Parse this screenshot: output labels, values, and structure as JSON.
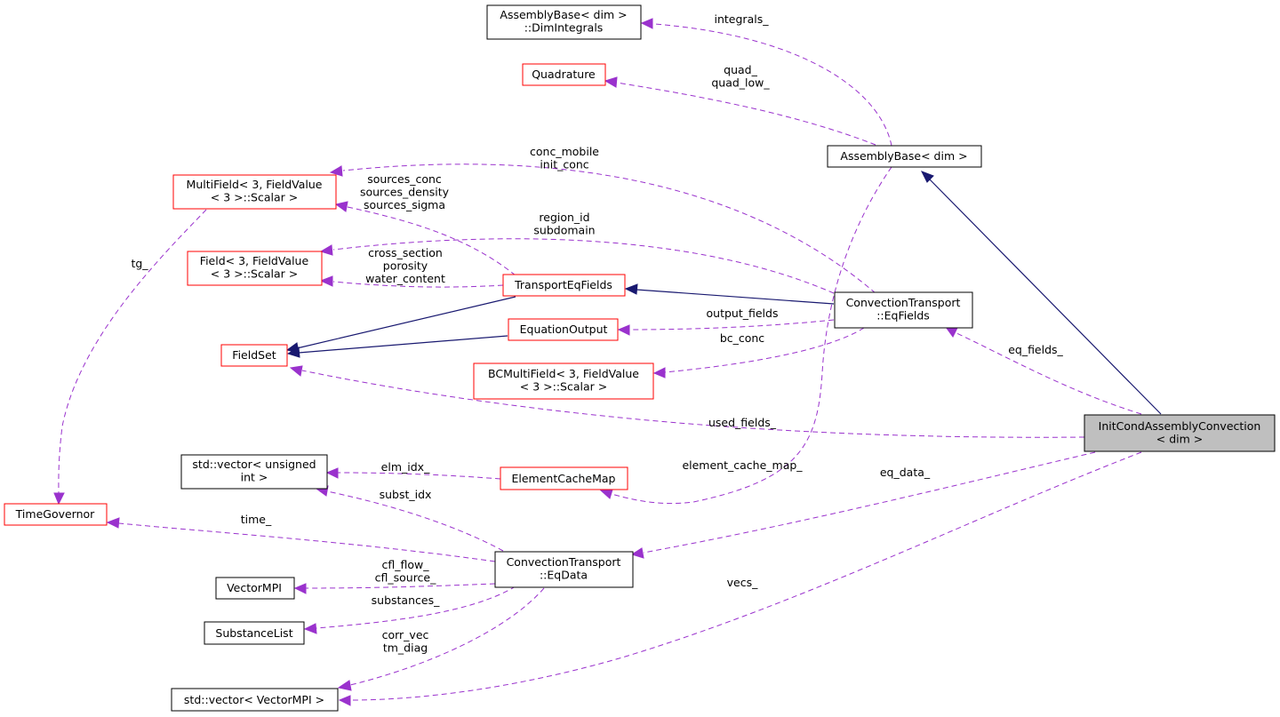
{
  "diagram": {
    "type": "doxygen collaboration graph",
    "colors": {
      "usage_edge": "#9a32cd",
      "inheritance_edge": "#191970",
      "documented_node_border": "#000000",
      "undocumented_node_border": "#ff0000",
      "focus_node_fill": "#bfbfbf"
    },
    "nodes": {
      "dim_integrals": {
        "lines": [
          "AssemblyBase< dim >",
          "::DimIntegrals"
        ]
      },
      "quadrature": {
        "lines": [
          "Quadrature"
        ]
      },
      "assembly_base": {
        "lines": [
          "AssemblyBase< dim >"
        ]
      },
      "multifield": {
        "lines": [
          "MultiField< 3, FieldValue",
          "< 3 >::Scalar >"
        ]
      },
      "field": {
        "lines": [
          "Field< 3, FieldValue",
          "< 3 >::Scalar >"
        ]
      },
      "transport_eq_fields": {
        "lines": [
          "TransportEqFields"
        ]
      },
      "ct_eq_fields": {
        "lines": [
          "ConvectionTransport",
          "::EqFields"
        ]
      },
      "equation_output": {
        "lines": [
          "EquationOutput"
        ]
      },
      "fieldset": {
        "lines": [
          "FieldSet"
        ]
      },
      "bc_multifield": {
        "lines": [
          "BCMultiField< 3, FieldValue",
          "< 3 >::Scalar >"
        ]
      },
      "init_cond": {
        "lines": [
          "InitCondAssemblyConvection",
          "< dim >"
        ]
      },
      "vector_uint": {
        "lines": [
          "std::vector< unsigned",
          "int >"
        ]
      },
      "element_cache_map": {
        "lines": [
          "ElementCacheMap"
        ]
      },
      "time_governor": {
        "lines": [
          "TimeGovernor"
        ]
      },
      "ct_eq_data": {
        "lines": [
          "ConvectionTransport",
          "::EqData"
        ]
      },
      "vector_mpi": {
        "lines": [
          "VectorMPI"
        ]
      },
      "substance_list": {
        "lines": [
          "SubstanceList"
        ]
      },
      "vector_vmpi": {
        "lines": [
          "std::vector< VectorMPI >"
        ]
      }
    },
    "edge_labels": {
      "integrals": [
        "integrals_"
      ],
      "quad": [
        "quad_",
        "quad_low_"
      ],
      "conc": [
        "conc_mobile",
        "init_conc"
      ],
      "sources": [
        "sources_conc",
        "sources_density",
        "sources_sigma"
      ],
      "region": [
        "region_id",
        "subdomain"
      ],
      "cross": [
        "cross_section",
        "porosity",
        "water_content"
      ],
      "output_fields": [
        "output_fields"
      ],
      "bc_conc": [
        "bc_conc"
      ],
      "eq_fields": [
        "eq_fields_"
      ],
      "used_fields": [
        "used_fields_"
      ],
      "elm_idx": [
        "elm_idx_"
      ],
      "element_cache_map": [
        "element_cache_map_"
      ],
      "eq_data": [
        "eq_data_"
      ],
      "subst_idx": [
        "subst_idx"
      ],
      "tg": [
        "tg_"
      ],
      "time": [
        "time_"
      ],
      "cfl": [
        "cfl_flow_",
        "cfl_source_"
      ],
      "substances": [
        "substances_"
      ],
      "vecs": [
        "vecs_"
      ],
      "corr": [
        "corr_vec",
        "tm_diag"
      ]
    }
  }
}
